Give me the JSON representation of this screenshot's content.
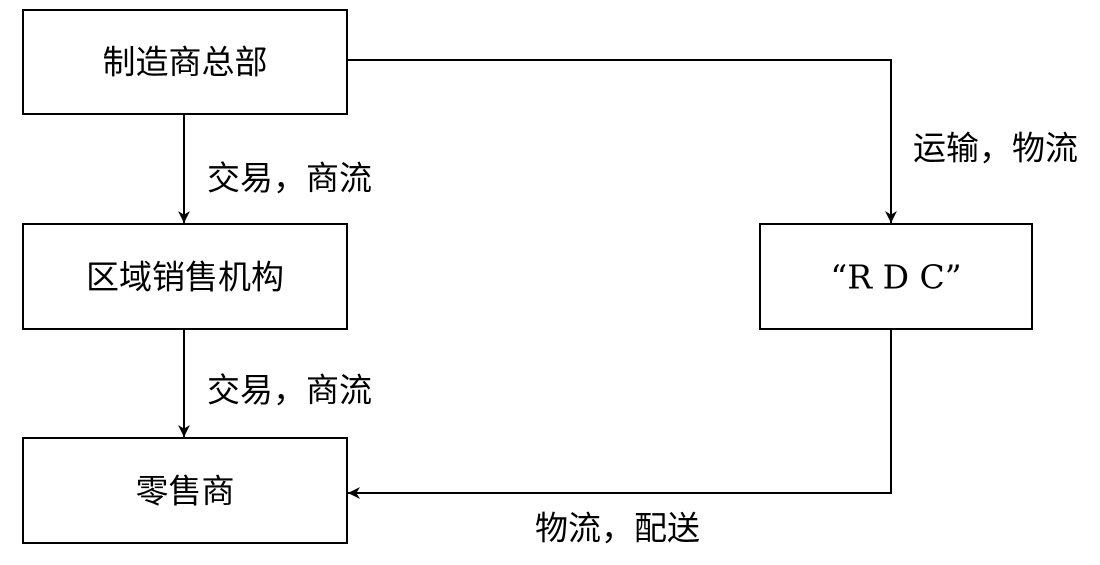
{
  "nodes": {
    "hq": "制造商总部",
    "region": "区域销售机构",
    "retailer": "零售商",
    "rdc": "“R D C”"
  },
  "edges": {
    "hq_to_region": "交易，商流",
    "region_to_retailer": "交易，商流",
    "hq_to_rdc": "运输，物流",
    "rdc_to_retailer": "物流，配送"
  }
}
